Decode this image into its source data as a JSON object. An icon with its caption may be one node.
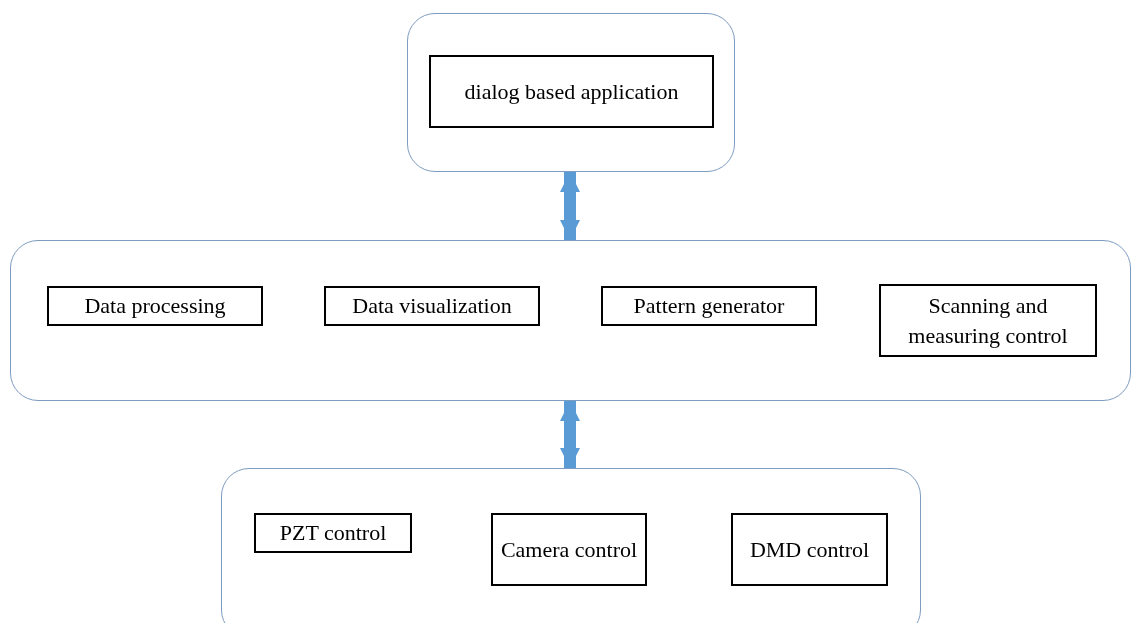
{
  "diagram": {
    "nodes": [
      {
        "text": [],
        "shape": "box"
      },
      {
        "text": [
          "dialog based application"
        ],
        "in": 0
      },
      {
        "text": [],
        "shape": "box"
      },
      {
        "text": [
          "Data processing"
        ],
        "in": 2
      },
      {
        "text": [
          "Data visualization"
        ],
        "in": 2
      },
      {
        "text": [
          "Pattern generator"
        ],
        "in": 2
      },
      {
        "text": [
          "Scanning and measuring control"
        ],
        "in": 2
      },
      {
        "text": [],
        "shape": "box"
      },
      {
        "text": [
          "PZT control"
        ],
        "in": 7
      },
      {
        "text": [
          "Camera control"
        ],
        "in": 7
      },
      {
        "text": [
          "DMD control"
        ],
        "in": 7
      }
    ],
    "edges": [
      {
        "from": 0,
        "to": 2,
        "arrow": "both"
      },
      {
        "from": 2,
        "to": 7,
        "arrow": "both"
      }
    ]
  }
}
